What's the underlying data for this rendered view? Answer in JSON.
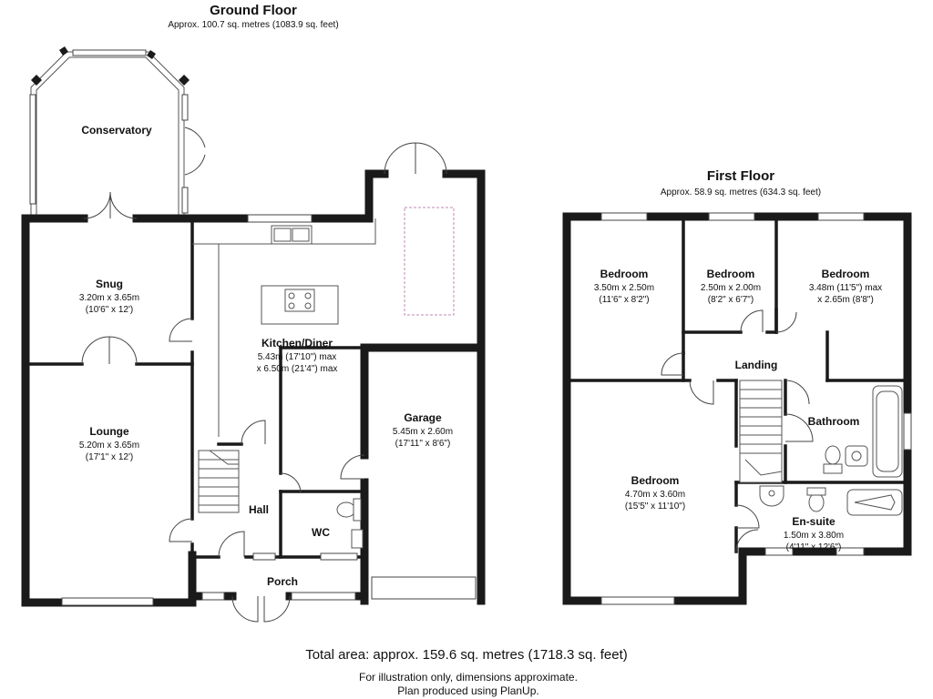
{
  "ground_floor": {
    "title": "Ground Floor",
    "area": "Approx. 100.7 sq. metres (1083.9 sq. feet)",
    "rooms": {
      "conservatory": {
        "name": "Conservatory"
      },
      "snug": {
        "name": "Snug",
        "dim1": "3.20m x 3.65m",
        "dim2": "(10'6\" x 12')"
      },
      "lounge": {
        "name": "Lounge",
        "dim1": "5.20m x 3.65m",
        "dim2": "(17'1\" x 12')"
      },
      "kitchen": {
        "name": "Kitchen/Diner",
        "dim1": "5.43m (17'10\") max",
        "dim2": "x 6.50m (21'4\") max"
      },
      "garage": {
        "name": "Garage",
        "dim1": "5.45m x 2.60m",
        "dim2": "(17'11\" x 8'6\")"
      },
      "hall": {
        "name": "Hall"
      },
      "wc": {
        "name": "WC"
      },
      "porch": {
        "name": "Porch"
      }
    }
  },
  "first_floor": {
    "title": "First Floor",
    "area": "Approx. 58.9 sq. metres (634.3 sq. feet)",
    "rooms": {
      "bedroom_a": {
        "name": "Bedroom",
        "dim1": "3.50m x 2.50m",
        "dim2": "(11'6\" x 8'2\")"
      },
      "bedroom_b": {
        "name": "Bedroom",
        "dim1": "2.50m x 2.00m",
        "dim2": "(8'2\" x 6'7\")"
      },
      "bedroom_c": {
        "name": "Bedroom",
        "dim1": "3.48m (11'5\") max",
        "dim2": "x 2.65m (8'8\")"
      },
      "landing": {
        "name": "Landing"
      },
      "bathroom": {
        "name": "Bathroom"
      },
      "bedroom_main": {
        "name": "Bedroom",
        "dim1": "4.70m x 3.60m",
        "dim2": "(15'5\" x 11'10\")"
      },
      "ensuite": {
        "name": "En-suite",
        "dim1": "1.50m x 3.80m",
        "dim2": "(4'11\" x 12'6\")"
      }
    }
  },
  "footer": {
    "total": "Total area: approx. 159.6 sq. metres (1718.3 sq. feet)",
    "note1": "For illustration only, dimensions approximate.",
    "note2": "Plan produced using PlanUp."
  }
}
